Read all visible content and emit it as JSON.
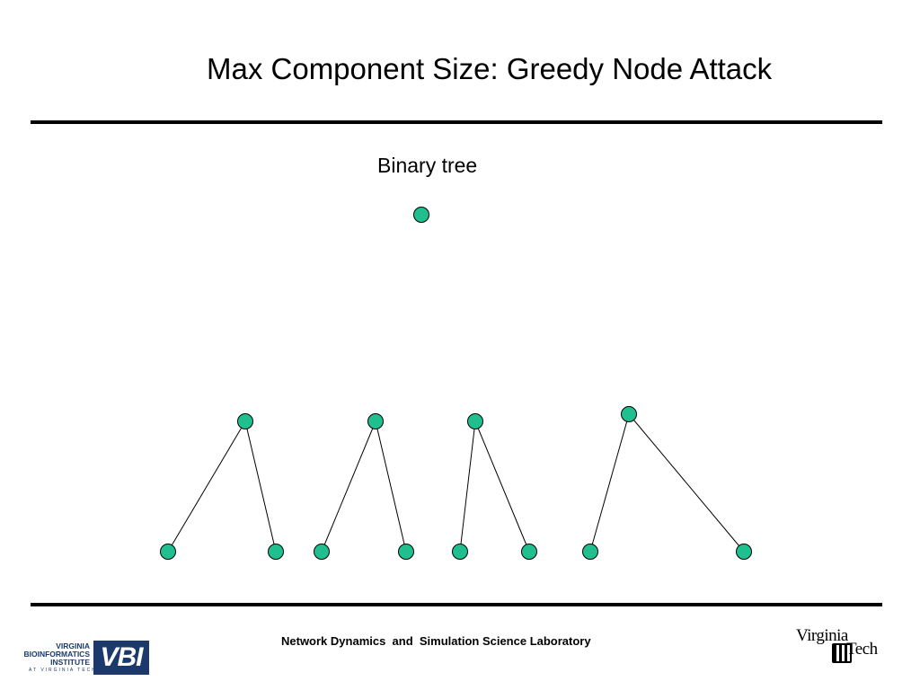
{
  "slide": {
    "title": "Max Component Size: Greedy Node Attack",
    "subtitle": "Binary tree",
    "footer": "Network Dynamics  and  Simulation Science Laboratory"
  },
  "logos": {
    "vbi": {
      "line1": "VIRGINIA",
      "line2": "BIOINFORMATICS",
      "line3": "INSTITUTE",
      "sub": "AT VIRGINIA TECH",
      "mark": "VBI"
    },
    "vt": {
      "top": "Virginia",
      "bottom": "Tech"
    }
  },
  "diagram": {
    "node_color": "#1fbf8f",
    "edge_color": "#000000",
    "removed_node": "root",
    "components": [
      {
        "parent": "c1",
        "children": [
          "c1a",
          "c1b"
        ]
      },
      {
        "parent": "c2",
        "children": [
          "c2a",
          "c2b"
        ]
      },
      {
        "parent": "c3",
        "children": [
          "c3a",
          "c3b"
        ]
      },
      {
        "parent": "c4",
        "children": [
          "c4a",
          "c4b"
        ]
      }
    ]
  }
}
